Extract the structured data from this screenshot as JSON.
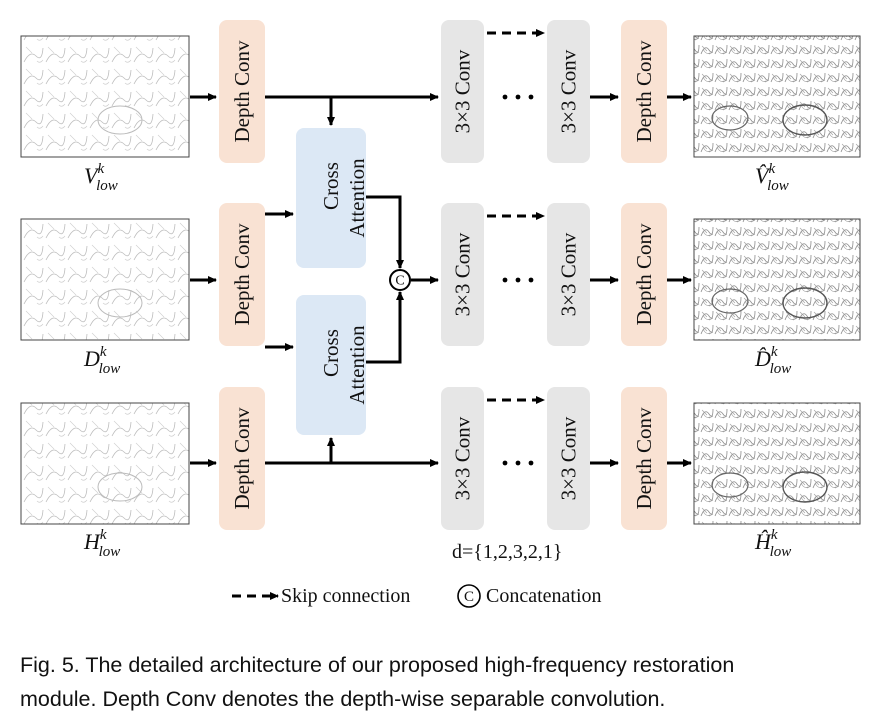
{
  "diagram": {
    "depth_conv_label": "Depth Conv",
    "conv3x3_label": "3×3 Conv",
    "cross_attention_line1": "Cross",
    "cross_attention_line2": "Attention",
    "ellipsis": "···",
    "concat_symbol": "C",
    "dilation_label": "d={1,2,3,2,1}",
    "inputs": [
      {
        "base": "V",
        "sup": "k",
        "sub": "low"
      },
      {
        "base": "D",
        "sup": "k",
        "sub": "low"
      },
      {
        "base": "H",
        "sup": "k",
        "sub": "low"
      }
    ],
    "outputs": [
      {
        "base": "V̂",
        "sup": "k",
        "sub": "low"
      },
      {
        "base": "D̂",
        "sup": "k",
        "sub": "low"
      },
      {
        "base": "Ĥ",
        "sup": "k",
        "sub": "low"
      }
    ],
    "legend": {
      "skip": "Skip connection",
      "concat": "Concatenation"
    },
    "colors": {
      "depth_conv": "#f9e2d3",
      "conv3x3": "#e6e6e6",
      "cross_attention": "#dce8f5"
    }
  },
  "caption": {
    "line1": "Fig. 5.  The detailed architecture of our proposed high-frequency restoration",
    "line2": "module. Depth Conv denotes the depth-wise separable convolution."
  }
}
